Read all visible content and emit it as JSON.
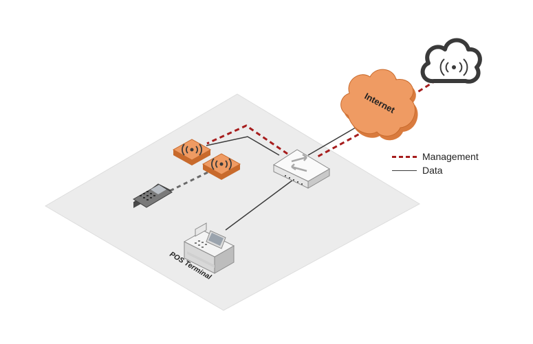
{
  "labels": {
    "internet": "Internet",
    "pos_terminal": "POS Terminal"
  },
  "legend": {
    "management": "Management",
    "data": "Data"
  },
  "colors": {
    "management_line": "#a61c1c",
    "data_line": "#3a3a3a",
    "cloud_fill": "#ef9b63",
    "access_point_fill": "#ef9b63",
    "floor": "#ececec"
  },
  "icons": {
    "remote_cloud": "wireless-cloud-icon",
    "internet": "internet-cloud-icon",
    "switch": "network-switch-icon",
    "access_point": "wireless-access-point-icon",
    "handheld": "handheld-payment-terminal-icon",
    "pos": "pos-terminal-icon"
  }
}
